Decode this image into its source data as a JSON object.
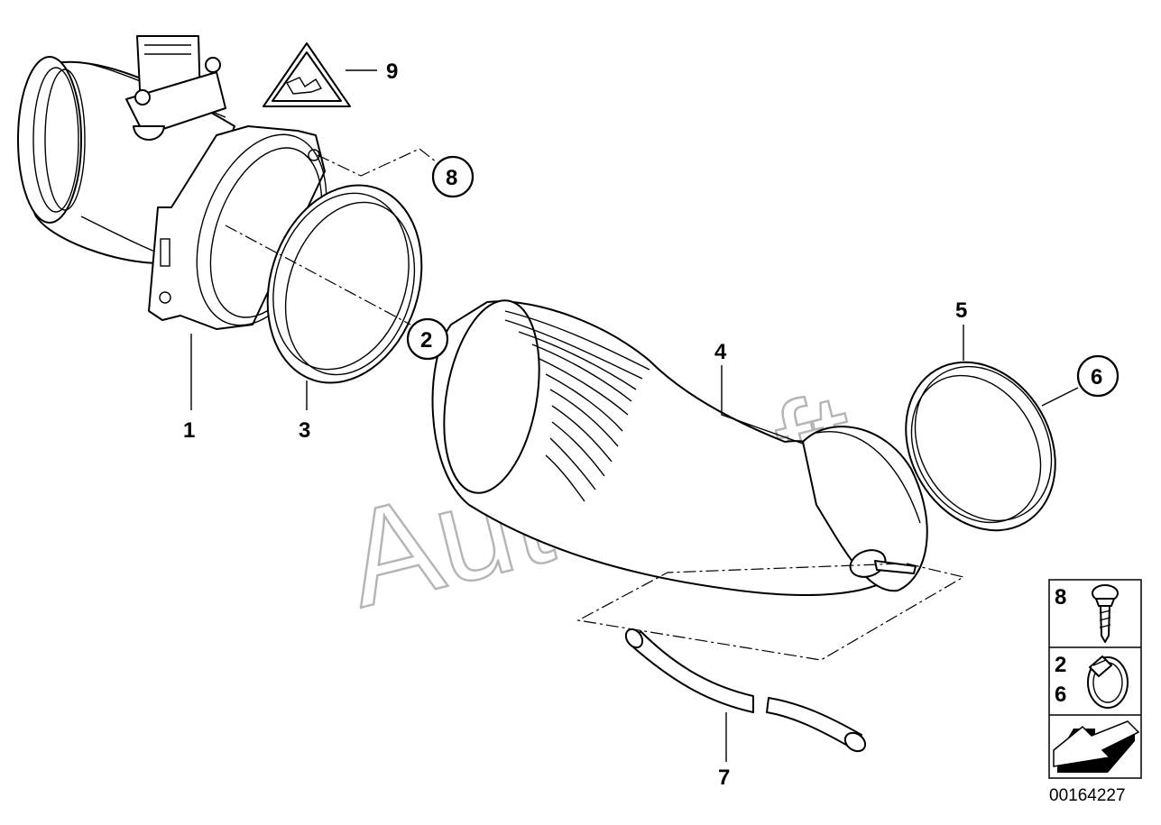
{
  "watermark": "AutoSoft",
  "diagram_id": "00164227",
  "callouts": {
    "c1": "1",
    "c2": "2",
    "c3": "3",
    "c4": "4",
    "c5": "5",
    "c6": "6",
    "c7": "7",
    "c8": "8",
    "c9": "9"
  },
  "legend": {
    "screw": "8",
    "clamp_a": "2",
    "clamp_b": "6"
  },
  "icons": [
    "warning-triangle-icon",
    "screw-icon",
    "hose-clamp-icon",
    "arrow-icon"
  ]
}
